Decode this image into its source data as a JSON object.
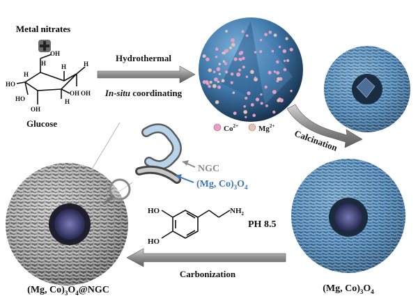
{
  "labels": {
    "metal_nitrates": "Metal nitrates",
    "glucose": "Glucose",
    "hydrothermal": "Hydrothermal",
    "in_situ_italic": "In-situ",
    "coordinating": " coordinating",
    "co_ion": "Co",
    "co_charge": "2+",
    "mg_ion": "Mg",
    "mg_charge": "2+",
    "calcination": "Calcination",
    "ngc": "NGC",
    "mgco_prefix": "(Mg, Co)",
    "sub3": "3",
    "o": "O",
    "sub4": "4",
    "ph": "PH 8.5",
    "nh2": "NH",
    "nh2_sub": "2",
    "ho_top": "HO",
    "ho_bottom": "HO",
    "carbonization": "Carbonization",
    "bottom_left_prefix": "(Mg, Co)",
    "bottom_left_suffix": "@NGC",
    "bottom_right_prefix": "(Mg, Co)",
    "glucose_oh": [
      "OH",
      "H",
      "HO",
      "HO",
      "H",
      "OH",
      "H",
      "OH",
      "H",
      "OH",
      "H"
    ]
  },
  "colors": {
    "sphere_blue": "#4a86b8",
    "co_dot": "#e6a0c4",
    "mg_dot": "#e2c4b6",
    "arrow_gray": "#8a8a8a",
    "ngc_label": "#8a8a8a",
    "oxide_label": "#3f74b6"
  },
  "icons": [
    "plus-icon",
    "magnifier-icon",
    "arrow-right-icon",
    "arrow-left-icon",
    "curved-arrow-icon"
  ]
}
